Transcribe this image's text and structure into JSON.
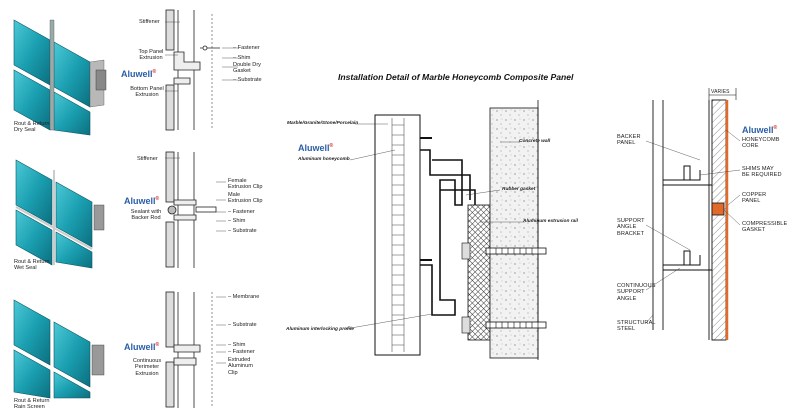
{
  "accent_colors": {
    "panel_teal": "#1a9fb0",
    "brand_blue": "#2a5ea8",
    "brand_red": "#d21d1d",
    "copper": "#e06a2a"
  },
  "brand": {
    "name": "Aluwell",
    "mark": "®"
  },
  "detail_1": {
    "caption": [
      "Rout & Return",
      "Dry Seal"
    ],
    "labels": {
      "stiffener": "Stiffener",
      "top_panel": [
        "Top Panel",
        "Extrusion"
      ],
      "fastener": "Fastener",
      "shim": "Shim",
      "double_dry_gasket": [
        "Double Dry",
        "Gasket"
      ],
      "substrate": "Substrate",
      "bottom_panel": [
        "Bottom Panel",
        "Extrusion"
      ]
    }
  },
  "detail_2": {
    "caption": [
      "Rout & Return",
      "Wet Seal"
    ],
    "labels": {
      "stiffener": "Stiffener",
      "female_clip": [
        "Female",
        "Extrusion Clip"
      ],
      "male_clip": [
        "Male",
        "Extrusion Clip"
      ],
      "fastener": "Fastener",
      "shim": "Shim",
      "substrate": "Substrate",
      "sealant": [
        "Sealant with",
        "Backer Rod"
      ]
    }
  },
  "detail_3": {
    "caption": [
      "Rout & Return",
      "Rain Screen"
    ],
    "labels": {
      "membrane": "Membrane",
      "substrate": "Substrate",
      "shim": "Shim",
      "fastener": "Fastener",
      "continuous": [
        "Continuous",
        "Perimeter",
        "Extrusion"
      ],
      "extruded_clip": [
        "Extruded",
        "Aluminum",
        "Clip"
      ]
    }
  },
  "center_detail": {
    "title": "Installation Detail of Marble Honeycomb Composite Panel",
    "labels": {
      "marble": "Marble/Granite/Stone/Porcelain",
      "honeycomb": "Aluminum honeycomb",
      "concrete": "Concrete wall",
      "rubber": "Rubber gasket",
      "rail": "Aluminum extrusion rail",
      "profile": "Aluminum interlocking profile"
    }
  },
  "right_detail": {
    "labels": {
      "varies": "VARIES",
      "backer": [
        "BACKER",
        "PANEL"
      ],
      "honeycomb_core": [
        "HONEYCOMB",
        "CORE"
      ],
      "shims": [
        "SHIMS MAY",
        "BE REQUIRED"
      ],
      "copper": [
        "COPPER",
        "PANEL"
      ],
      "support_bracket": [
        "SUPPORT",
        "ANGLE",
        "BRACKET"
      ],
      "gasket": [
        "COMPRESSIBLE",
        "GASKET"
      ],
      "continuous_angle": [
        "CONTINUOUS",
        "SUPPORT",
        "ANGLE"
      ],
      "steel": [
        "STRUCTURAL",
        "STEEL"
      ]
    }
  }
}
